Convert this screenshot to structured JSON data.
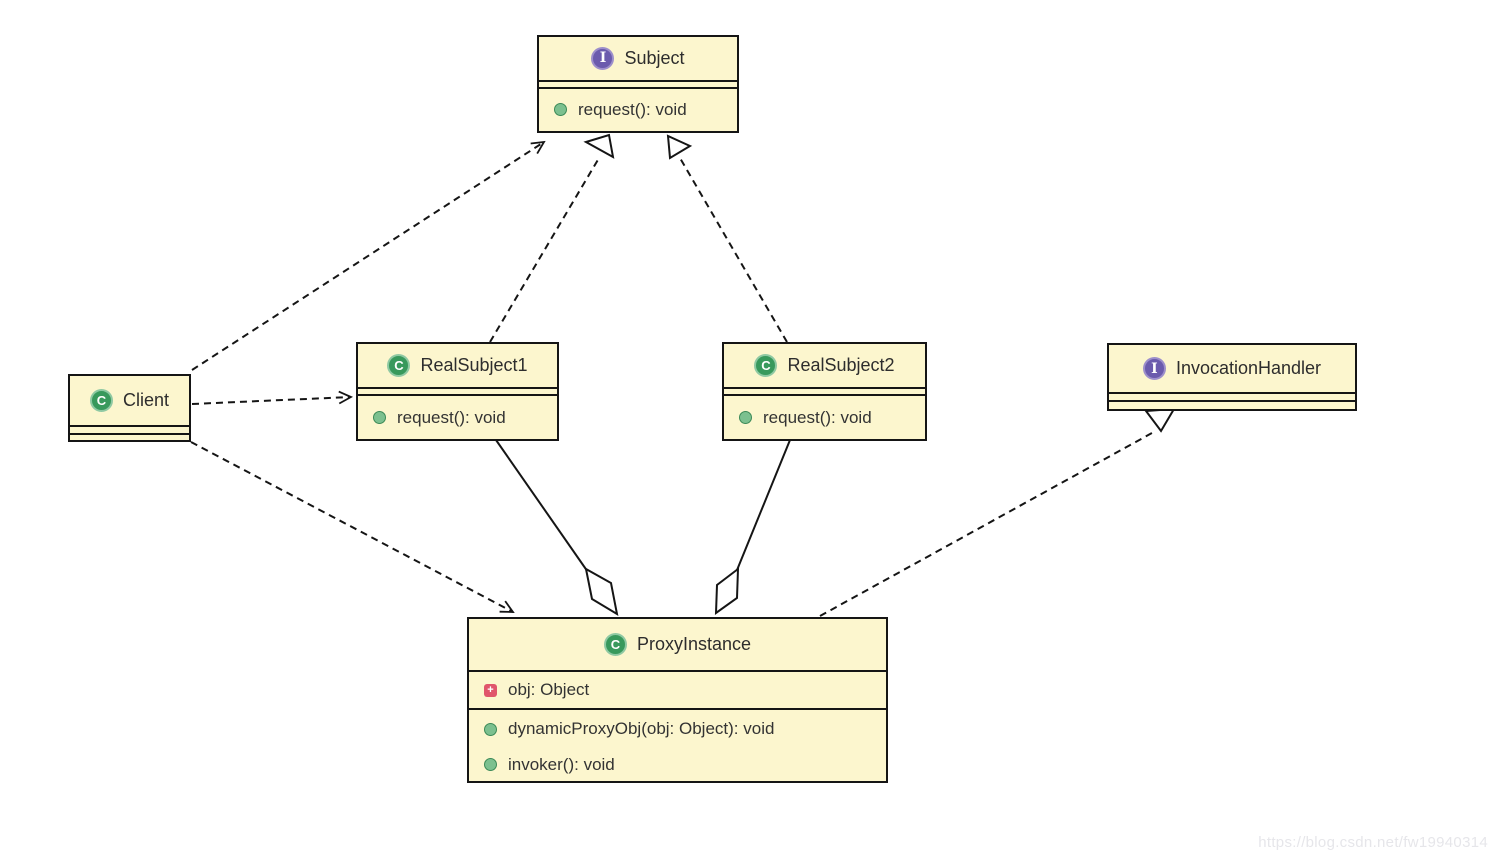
{
  "watermark": {
    "text": "https://blog.csdn.net/fw19940314"
  },
  "colors": {
    "box_fill": "#FCF6CE",
    "box_border": "#151515",
    "interface_icon": "#6B5BAD",
    "class_icon": "#38995C",
    "method_icon": "#7CC08F",
    "field_icon": "#E0556B",
    "edge": "#151515",
    "watermark": "#E6E6EA"
  },
  "icons": {
    "interface_glyph": "I",
    "class_glyph": "C",
    "field_glyph": "+"
  },
  "classes": {
    "subject": {
      "name": "Subject",
      "kind": "interface",
      "method_request": "request(): void"
    },
    "realSubject1": {
      "name": "RealSubject1",
      "kind": "class",
      "method_request": "request(): void"
    },
    "realSubject2": {
      "name": "RealSubject2",
      "kind": "class",
      "method_request": "request(): void"
    },
    "invocationHandler": {
      "name": "InvocationHandler",
      "kind": "interface"
    },
    "client": {
      "name": "Client",
      "kind": "class"
    },
    "proxyInstance": {
      "name": "ProxyInstance",
      "kind": "class",
      "field_obj": "obj: Object",
      "method_dynamicProxyObj": "dynamicProxyObj(obj: Object): void",
      "method_invoker": "invoker(): void"
    }
  },
  "relationships": [
    {
      "from": "Client",
      "to": "Subject",
      "type": "dependency"
    },
    {
      "from": "Client",
      "to": "RealSubject1",
      "type": "dependency"
    },
    {
      "from": "Client",
      "to": "ProxyInstance",
      "type": "dependency"
    },
    {
      "from": "RealSubject1",
      "to": "Subject",
      "type": "realization"
    },
    {
      "from": "RealSubject2",
      "to": "Subject",
      "type": "realization"
    },
    {
      "from": "ProxyInstance",
      "to": "RealSubject1",
      "type": "aggregation"
    },
    {
      "from": "ProxyInstance",
      "to": "RealSubject2",
      "type": "aggregation"
    },
    {
      "from": "ProxyInstance",
      "to": "InvocationHandler",
      "type": "realization"
    }
  ]
}
